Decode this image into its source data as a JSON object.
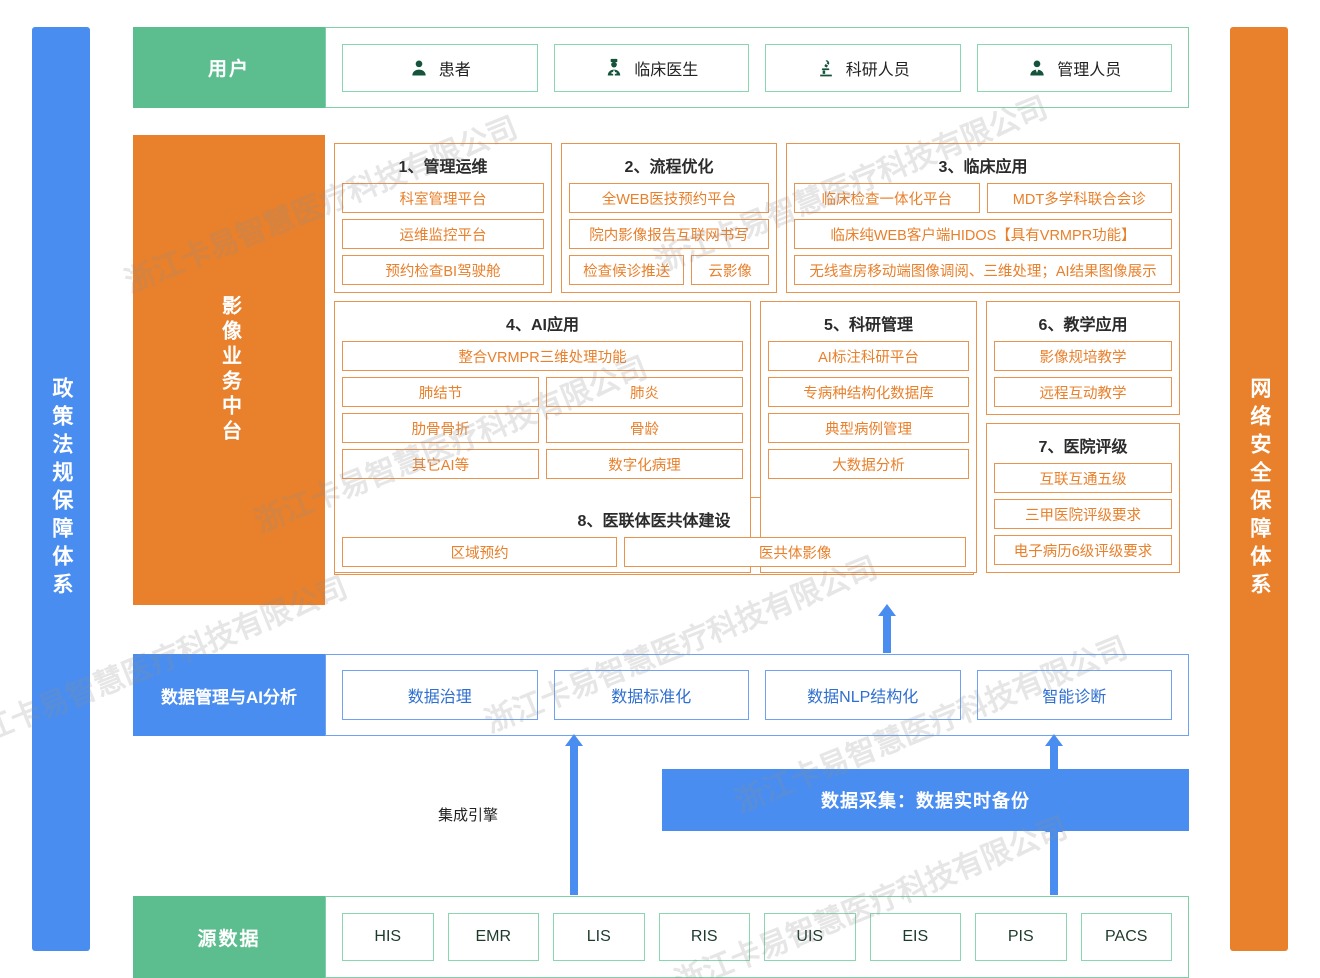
{
  "left_bar": {
    "label": "政策法规保障体系",
    "color": "#4a8df0"
  },
  "right_bar": {
    "label": "网络安全保障体系",
    "color": "#e8802c"
  },
  "users_row": {
    "band_label": "用户",
    "band_color": "#5cbd8e",
    "items": [
      {
        "label": "患者",
        "icon": "person-icon"
      },
      {
        "label": "临床医生",
        "icon": "doctor-icon"
      },
      {
        "label": "科研人员",
        "icon": "microscope-icon"
      },
      {
        "label": "管理人员",
        "icon": "manager-icon"
      }
    ]
  },
  "middle": {
    "band_label": "影像业务中台",
    "band_color": "#e8802c",
    "groups": [
      {
        "title": "1、管理运维",
        "rows": [
          [
            "科室管理平台"
          ],
          [
            "运维监控平台"
          ],
          [
            "预约检查BI驾驶舱"
          ]
        ]
      },
      {
        "title": "2、流程优化",
        "rows": [
          [
            "全WEB医技预约平台"
          ],
          [
            "院内影像报告互联网书写"
          ],
          [
            "检查候诊推送",
            "云影像"
          ]
        ]
      },
      {
        "title": "3、临床应用",
        "rows": [
          [
            "临床检查一体化平台",
            "MDT多学科联合会诊"
          ],
          [
            "临床纯WEB客户端HIDOS【具有VRMPR功能】"
          ],
          [
            "无线查房移动端图像调阅、三维处理；AI结果图像展示"
          ]
        ]
      },
      {
        "title": "4、AI应用",
        "rows": [
          [
            "整合VRMPR三维处理功能"
          ],
          [
            "肺结节",
            "肺炎"
          ],
          [
            "肋骨骨折",
            "骨龄"
          ],
          [
            "其它AI等",
            "数字化病理"
          ]
        ]
      },
      {
        "title": "5、科研管理",
        "rows": [
          [
            "AI标注科研平台"
          ],
          [
            "专病种结构化数据库"
          ],
          [
            "典型病例管理"
          ],
          [
            "大数据分析"
          ]
        ]
      },
      {
        "title": "6、教学应用",
        "rows": [
          [
            "影像规培教学"
          ],
          [
            "远程互动教学"
          ]
        ]
      },
      {
        "title": "7、医院评级",
        "rows": [
          [
            "互联互通五级"
          ],
          [
            "三甲医院评级要求"
          ],
          [
            "电子病历6级评级要求"
          ]
        ]
      },
      {
        "title": "8、医联体医共体建设",
        "rows": [
          [
            "区域预约",
            "医共体影像"
          ]
        ]
      }
    ]
  },
  "data_layer": {
    "band_label": "数据管理与AI分析",
    "band_color": "#4a8df0",
    "items": [
      "数据治理",
      "数据标准化",
      "数据NLP结构化",
      "智能诊断"
    ]
  },
  "collect_layer": {
    "bar_label": "数据采集：数据实时备份",
    "engine_label": "集成引擎",
    "bar_color": "#4a8df0"
  },
  "source_row": {
    "band_label": "源数据",
    "band_color": "#5cbd8e",
    "items": [
      "HIS",
      "EMR",
      "LIS",
      "RIS",
      "UIS",
      "EIS",
      "PIS",
      "PACS"
    ]
  },
  "watermark": {
    "text": "浙江卡易智慧医疗科技有限公司"
  }
}
